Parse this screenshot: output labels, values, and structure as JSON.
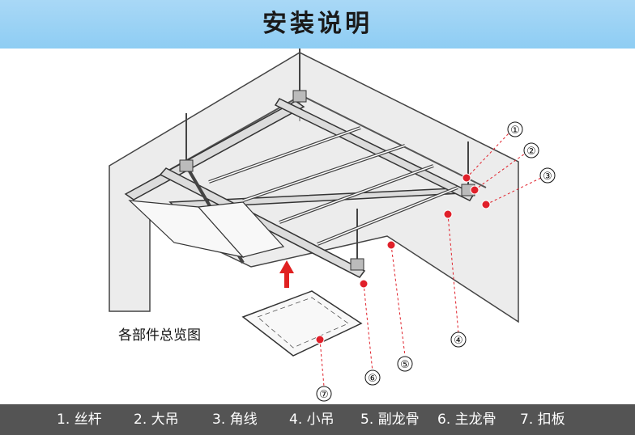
{
  "header": {
    "title": "安装说明"
  },
  "overview_label": "各部件总览图",
  "callouts": [
    "①",
    "②",
    "③",
    "④",
    "⑤",
    "⑥",
    "⑦"
  ],
  "legend": {
    "items": [
      "1. 丝杆",
      "2. 大吊",
      "3. 角线",
      "4. 小吊",
      "5. 副龙骨",
      "6. 主龙骨",
      "7. 扣板"
    ]
  },
  "colors": {
    "header_bg": "#97d1f4",
    "footer_bg": "#545454",
    "marker": "#e0202a",
    "arrow": "#e02020"
  }
}
